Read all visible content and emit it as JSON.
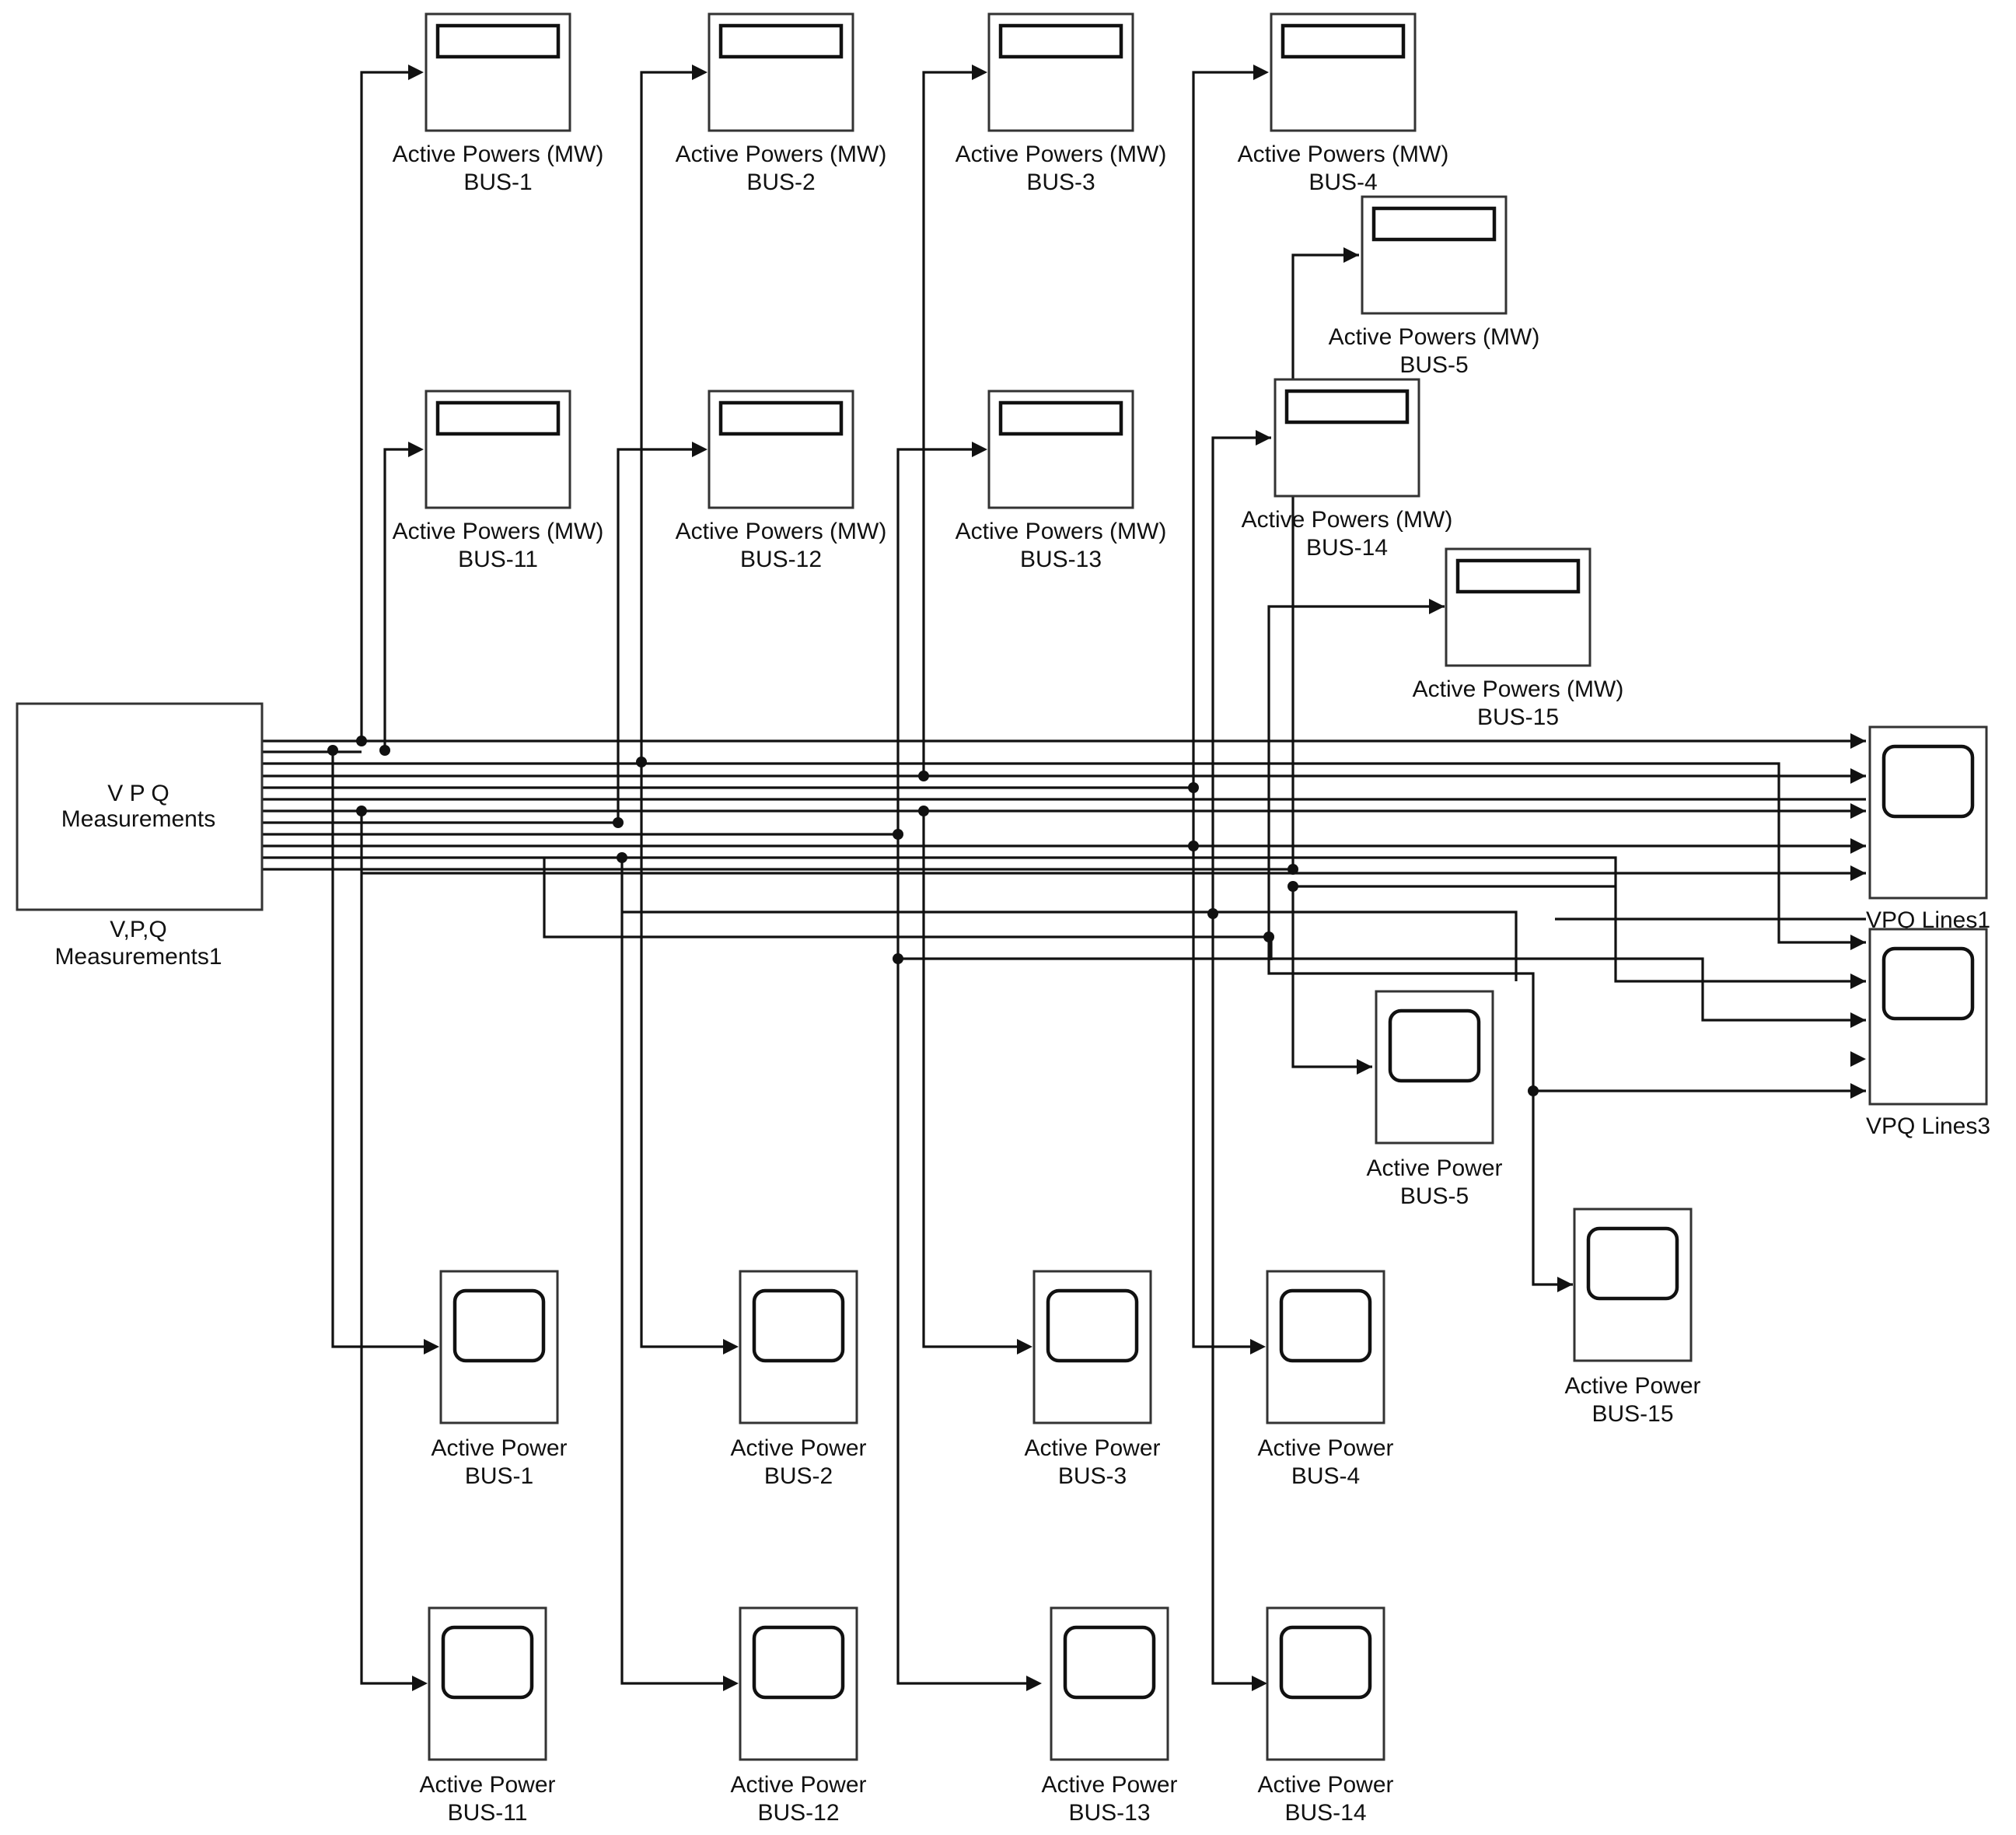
{
  "source": {
    "inner_line1": "V P Q",
    "inner_line2": "Measurements",
    "name_line1": "V,P,Q",
    "name_line2": "Measurements1"
  },
  "displays": [
    {
      "id": "mw-bus-1",
      "line1": "Active Powers (MW)",
      "line2": "BUS-1"
    },
    {
      "id": "mw-bus-2",
      "line1": "Active Powers (MW)",
      "line2": "BUS-2"
    },
    {
      "id": "mw-bus-3",
      "line1": "Active Powers (MW)",
      "line2": "BUS-3"
    },
    {
      "id": "mw-bus-4",
      "line1": "Active Powers (MW)",
      "line2": "BUS-4"
    },
    {
      "id": "mw-bus-5",
      "line1": "Active Powers (MW)",
      "line2": "BUS-5"
    },
    {
      "id": "mw-bus-11",
      "line1": "Active Powers (MW)",
      "line2": "BUS-11"
    },
    {
      "id": "mw-bus-12",
      "line1": "Active Powers (MW)",
      "line2": "BUS-12"
    },
    {
      "id": "mw-bus-13",
      "line1": "Active Powers (MW)",
      "line2": "BUS-13"
    },
    {
      "id": "mw-bus-14",
      "line1": "Active Powers (MW)",
      "line2": "BUS-14"
    },
    {
      "id": "mw-bus-15",
      "line1": "Active Powers (MW)",
      "line2": "BUS-15"
    }
  ],
  "scopes": [
    {
      "id": "vpq-lines1",
      "line1": "VPQ Lines1",
      "line2": ""
    },
    {
      "id": "vpq-lines3",
      "line1": "VPQ Lines3",
      "line2": ""
    },
    {
      "id": "ap-bus-5",
      "line1": "Active Power",
      "line2": "BUS-5"
    },
    {
      "id": "ap-bus-15",
      "line1": "Active Power",
      "line2": "BUS-15"
    },
    {
      "id": "ap-bus-1",
      "line1": "Active Power",
      "line2": "BUS-1"
    },
    {
      "id": "ap-bus-2",
      "line1": "Active Power",
      "line2": "BUS-2"
    },
    {
      "id": "ap-bus-3",
      "line1": "Active Power",
      "line2": "BUS-3"
    },
    {
      "id": "ap-bus-4",
      "line1": "Active Power",
      "line2": "BUS-4"
    },
    {
      "id": "ap-bus-11",
      "line1": "Active Power",
      "line2": "BUS-11"
    },
    {
      "id": "ap-bus-12",
      "line1": "Active Power",
      "line2": "BUS-12"
    },
    {
      "id": "ap-bus-13",
      "line1": "Active Power",
      "line2": "BUS-13"
    },
    {
      "id": "ap-bus-14",
      "line1": "Active Power",
      "line2": "BUS-14"
    }
  ],
  "colors": {
    "line": "#111111",
    "background": "#ffffff",
    "frame": "#333333"
  }
}
